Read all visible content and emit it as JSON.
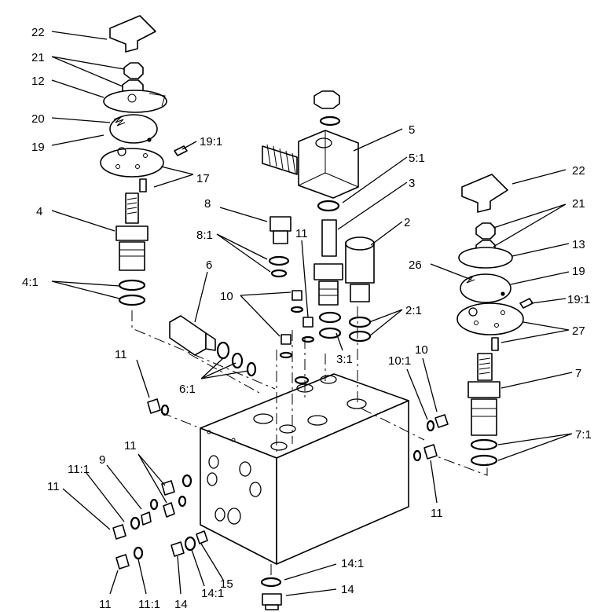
{
  "labels": [
    "22",
    "21",
    "12",
    "20",
    "19",
    "19:1",
    "17",
    "4",
    "4:1",
    "5",
    "5:1",
    "3",
    "2",
    "8",
    "8:1",
    "11",
    "6",
    "10",
    "2:1",
    "3:1",
    "22",
    "21",
    "13",
    "26",
    "19",
    "19:1",
    "27",
    "7",
    "7:1",
    "11",
    "6:1",
    "10:1",
    "10",
    "11",
    "11",
    "9",
    "11:1",
    "11",
    "11",
    "11:1",
    "14",
    "14:1",
    "15",
    "14:1",
    "14"
  ]
}
